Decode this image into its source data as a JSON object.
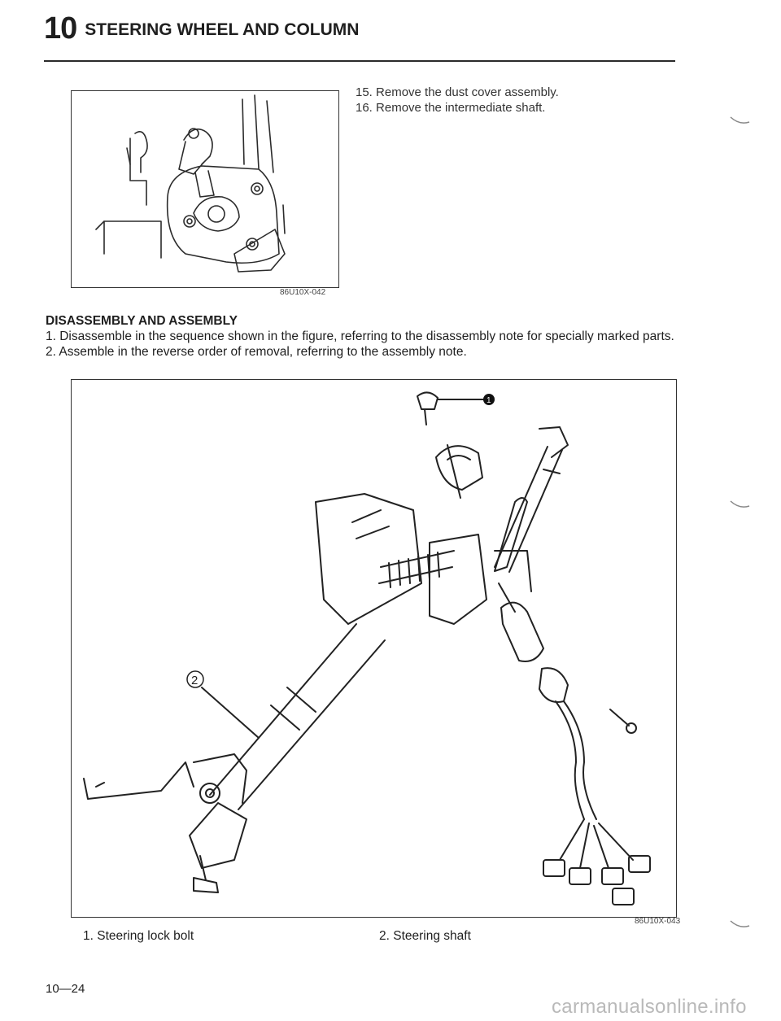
{
  "header": {
    "chapter_number": "10",
    "chapter_title": "STEERING WHEEL AND COLUMN"
  },
  "figure1": {
    "code": "86U10X-042"
  },
  "steps": [
    "15. Remove the dust cover assembly.",
    "16. Remove the intermediate shaft."
  ],
  "section": {
    "title": "DISASSEMBLY AND ASSEMBLY",
    "paragraphs": [
      "1. Disassemble in the sequence shown in the figure, referring to the disassembly note for specially marked parts.",
      "2. Assemble in the reverse order of removal, referring to the assembly note."
    ]
  },
  "figure2": {
    "code": "86U10X-043",
    "callout_1": "1",
    "callout_2": "2"
  },
  "legend": [
    "1. Steering lock bolt",
    "2. Steering shaft"
  ],
  "page_number": "10—24",
  "watermark": "carmanualsonline.info"
}
